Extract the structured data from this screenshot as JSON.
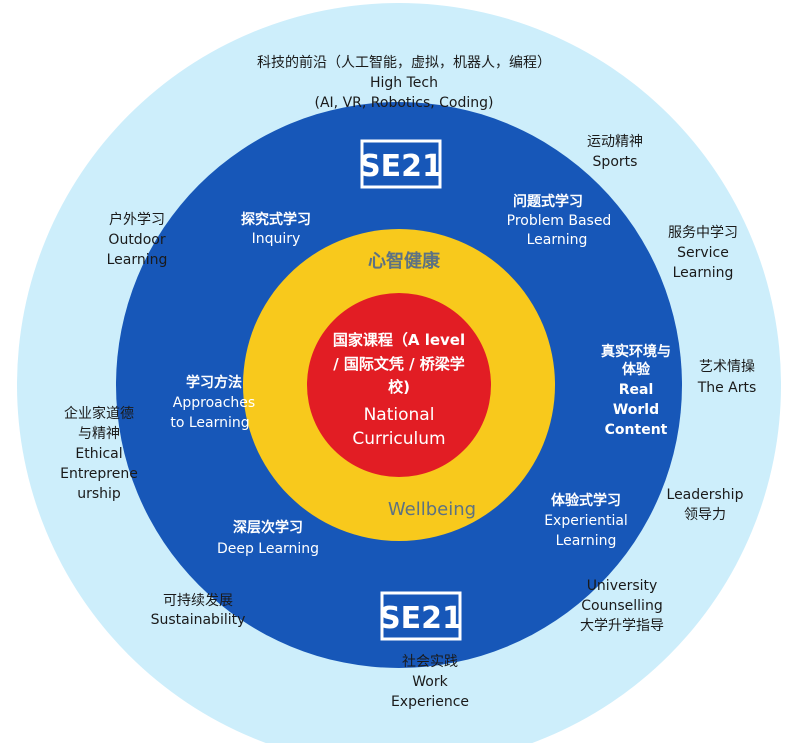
{
  "colors": {
    "outer_ring": "#cdeefb",
    "middle_ring": "#1757b8",
    "inner_ring": "#f8c91c",
    "core": "#e21d24",
    "yellow_text": "#5d7282",
    "logo_border": "#ffffff"
  },
  "logo": {
    "text": "SE21"
  },
  "core": {
    "cn": [
      "国家课程（A level",
      "/ 国际文凭 / 桥梁学",
      "校)"
    ],
    "en": [
      "National",
      "Curriculum"
    ]
  },
  "inner_ring": {
    "top": "心智健康",
    "bottom": "Wellbeing"
  },
  "middle_ring": {
    "inquiry": [
      "探究式学习",
      "Inquiry"
    ],
    "problem_based": [
      "问题式学习",
      "Problem Based",
      "Learning"
    ],
    "approaches": [
      "学习方法",
      "Approaches",
      "to Learning"
    ],
    "real_world": [
      "真实环境与",
      "体验",
      "Real",
      "World",
      "Content"
    ],
    "deep_learning": [
      "深层次学习",
      "Deep Learning"
    ],
    "experiential": [
      "体验式学习",
      "Experiential",
      "Learning"
    ]
  },
  "outer_ring": {
    "high_tech": [
      "科技的前沿（人工智能，虚拟，机器人，编程）",
      "High Tech",
      "(AI, VR, Robotics, Coding)"
    ],
    "sports": [
      "运动精神",
      "Sports"
    ],
    "outdoor": [
      "户外学习",
      "Outdoor",
      "Learning"
    ],
    "service": [
      "服务中学习",
      "Service",
      "Learning"
    ],
    "arts": [
      "艺术情操",
      "The Arts"
    ],
    "ethical": [
      "企业家道德",
      "与精神",
      "Ethical",
      "Entreprene",
      "urship"
    ],
    "leadership": [
      "Leadership",
      "领导力"
    ],
    "sustainability": [
      "可持续发展",
      "Sustainability"
    ],
    "university": [
      "University",
      "Counselling",
      "大学升学指导"
    ],
    "work": [
      "社会实践",
      "Work",
      "Experience"
    ]
  }
}
